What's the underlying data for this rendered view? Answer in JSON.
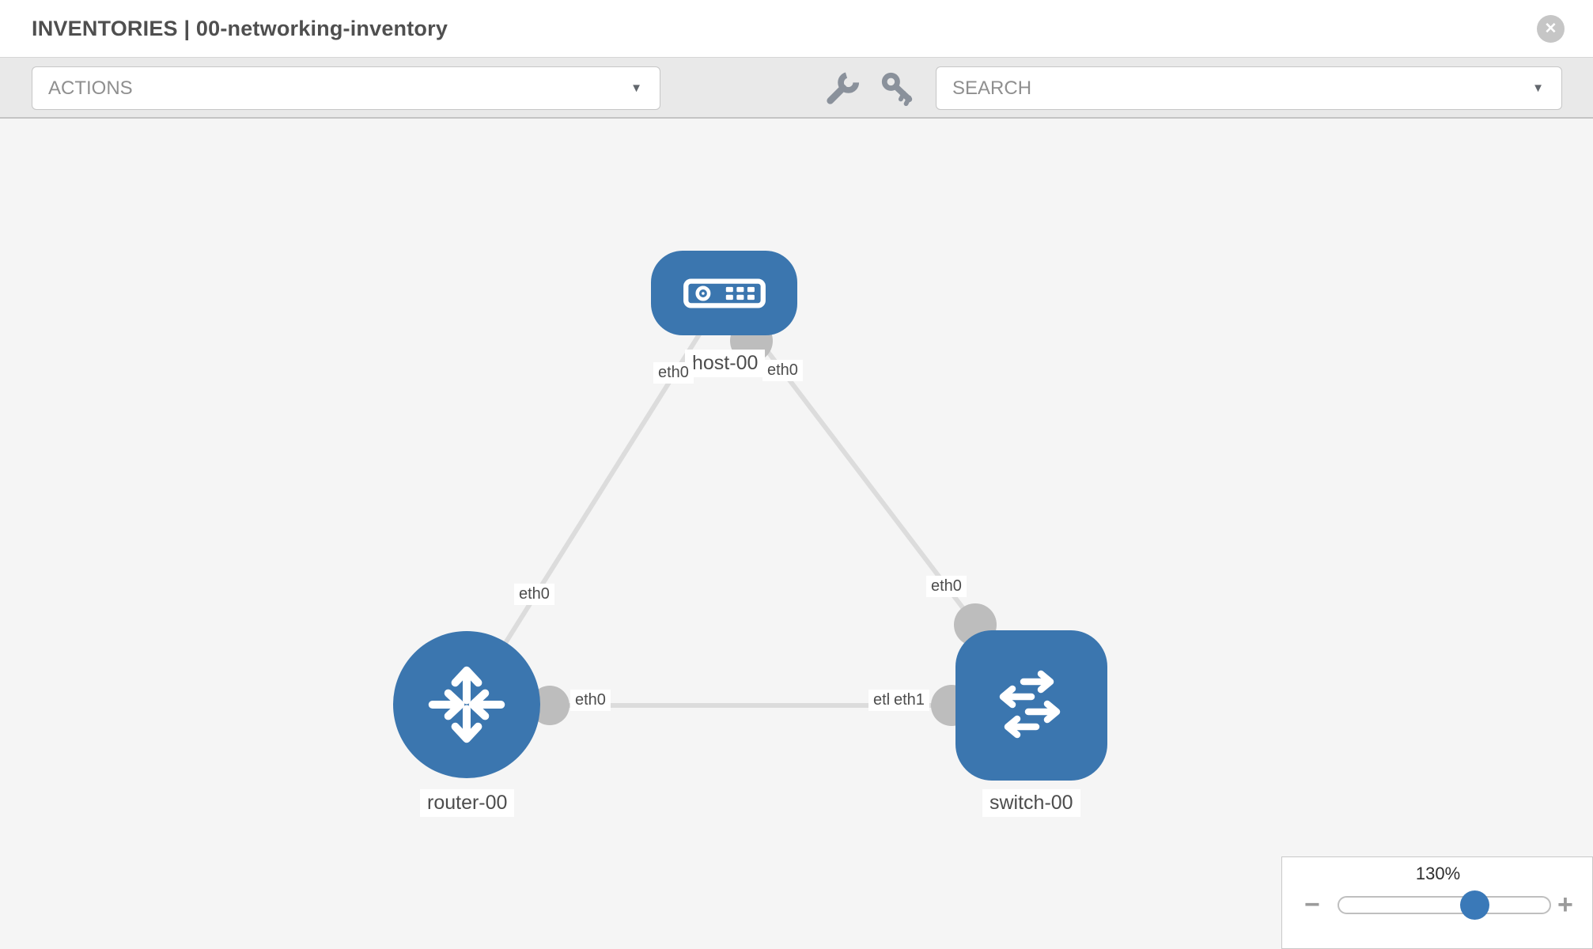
{
  "header": {
    "title": "INVENTORIES | 00-networking-inventory"
  },
  "toolbar": {
    "actions_label": "ACTIONS",
    "search_label": "SEARCH",
    "tool_icons": [
      "wrench-icon",
      "key-icon"
    ]
  },
  "icons": {
    "close": "✕",
    "caret": "▼",
    "minus": "−",
    "plus": "+"
  },
  "colors": {
    "node_blue": "#3b76af",
    "thumb_blue": "#3a79b8",
    "port_gray": "#bdbdbd",
    "link_gray": "#dcdcdc",
    "canvas_bg": "#f5f5f5",
    "toolbar_bg": "#e9e9e9"
  },
  "topology": {
    "nodes": [
      {
        "id": "host-00",
        "type": "host",
        "label": "host-00"
      },
      {
        "id": "router-00",
        "type": "router",
        "label": "router-00"
      },
      {
        "id": "switch-00",
        "type": "switch",
        "label": "switch-00"
      }
    ],
    "links": [
      {
        "from": "router-00",
        "to": "host-00"
      },
      {
        "from": "host-00",
        "to": "switch-00"
      },
      {
        "from": "router-00",
        "to": "switch-00"
      }
    ],
    "port_labels": {
      "host_left": "eth0",
      "host_right": "eth0",
      "router_host_mid": "eth0",
      "switch_host_link": "eth0",
      "router_switch_link": "eth0",
      "switch_hidden": "eth0",
      "switch_eth1": "eth1"
    }
  },
  "zoom_control": {
    "level": "130%"
  }
}
